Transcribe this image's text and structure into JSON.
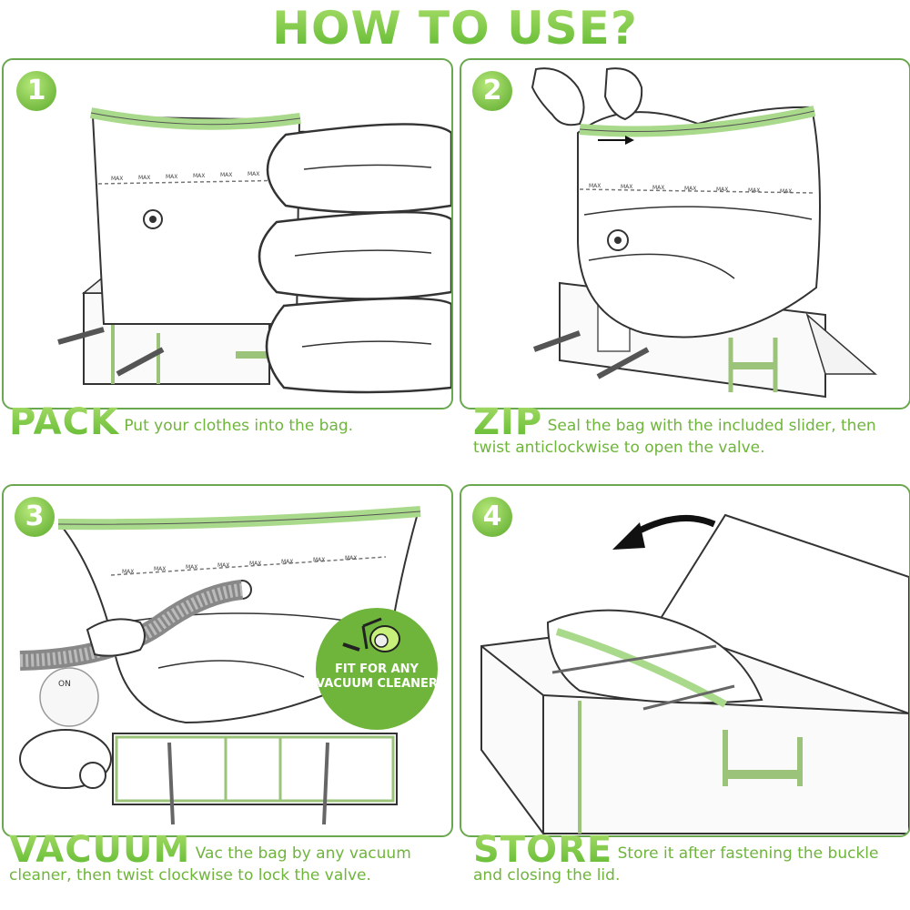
{
  "title": "HOW TO USE?",
  "colors": {
    "accent": "#6fb53c",
    "accent_light": "#a9dd6a",
    "panel_border": "#6aa84f"
  },
  "steps": [
    {
      "number": "1",
      "heading": "PACK",
      "text": "Put your clothes into the bag."
    },
    {
      "number": "2",
      "heading": "ZIP",
      "text": "Seal the bag with the included slider, then twist anticlockwise to open the valve."
    },
    {
      "number": "3",
      "heading": "VACUUM",
      "text": "Vac the bag by any vacuum cleaner, then twist clockwise to lock the valve."
    },
    {
      "number": "4",
      "heading": "STORE",
      "text": "Store it after fastening the buckle and closing the lid."
    }
  ],
  "bag_labels": {
    "max": "MAX"
  },
  "valve_labels": {
    "on": "ON"
  },
  "vacuum_badge": {
    "text": "FIT FOR ANY VACUUM CLEANER"
  },
  "icons": [
    "arrow-left-icon",
    "arrow-right-icon",
    "vacuum-cleaner-icon",
    "hand-icon",
    "valve-icon"
  ]
}
